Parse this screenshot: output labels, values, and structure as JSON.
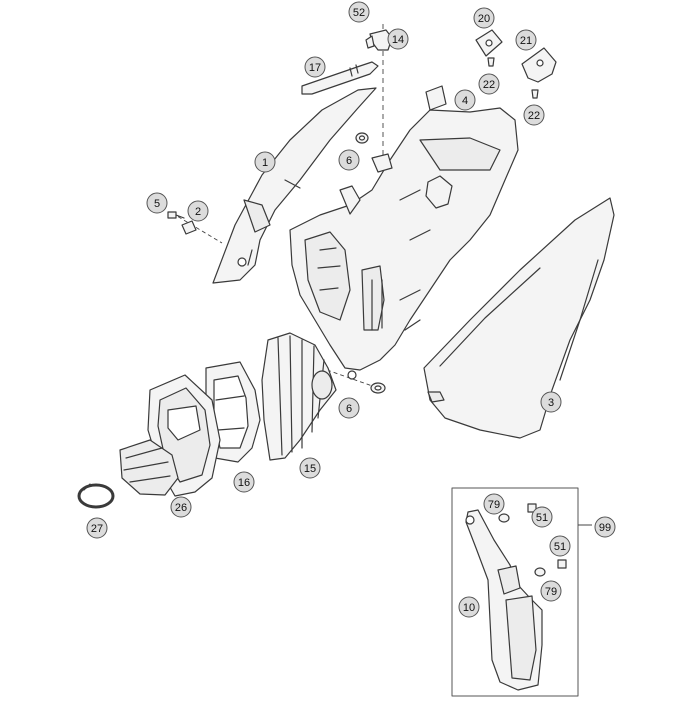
{
  "diagram": {
    "callouts": [
      "52",
      "14",
      "20",
      "21",
      "22",
      "22",
      "17",
      "4",
      "1",
      "6",
      "5",
      "2",
      "3",
      "6",
      "15",
      "16",
      "26",
      "27",
      "99",
      "79",
      "51",
      "51",
      "79",
      "10"
    ]
  },
  "colors": {
    "line": "#3a3a3a",
    "fill": "#f3f3f3",
    "callout_fill": "#dcdcdc",
    "callout_stroke": "#555555",
    "text": "#111111"
  }
}
